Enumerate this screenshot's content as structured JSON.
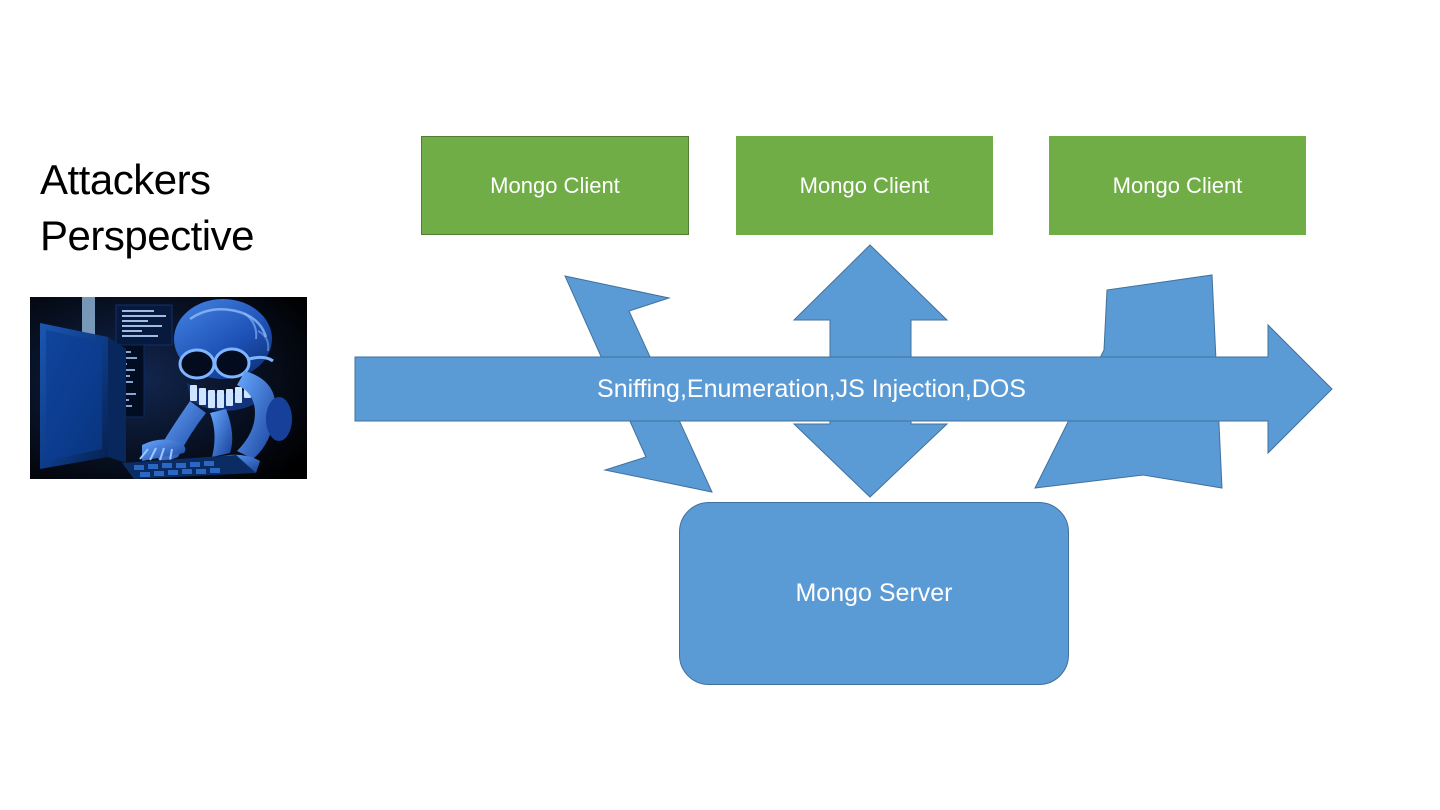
{
  "slide": {
    "title": "Attackers\nPerspective",
    "background_color": "#FFFFFF"
  },
  "palette": {
    "client_green": "#70AD47",
    "client_green_border": "#507E32",
    "arrow_blue": "#5B9BD5",
    "arrow_blue_border": "#41719C",
    "title_text": "#000000",
    "shape_text": "#FFFFFF"
  },
  "illustration": {
    "name": "hacker-skeleton-at-computer",
    "alt": "Blue skeleton hacker typing at a computer in the dark"
  },
  "clients": [
    {
      "label": "Mongo Client"
    },
    {
      "label": "Mongo Client"
    },
    {
      "label": "Mongo Client"
    }
  ],
  "server": {
    "label": "Mongo Server"
  },
  "attack_banner": {
    "label": "Sniffing,Enumeration,JS Injection,DOS",
    "direction": "right"
  },
  "connectors": [
    {
      "name": "left-diagonal-double-arrow",
      "from": "Mongo Server",
      "to": "Mongo Client 1",
      "style": "double-headed"
    },
    {
      "name": "center-vertical-double-arrow",
      "from": "Mongo Server",
      "to": "Mongo Client 2",
      "style": "double-headed"
    },
    {
      "name": "right-diagonal-double-arrow",
      "from": "Mongo Server",
      "to": "Mongo Client 3",
      "style": "double-headed"
    }
  ]
}
